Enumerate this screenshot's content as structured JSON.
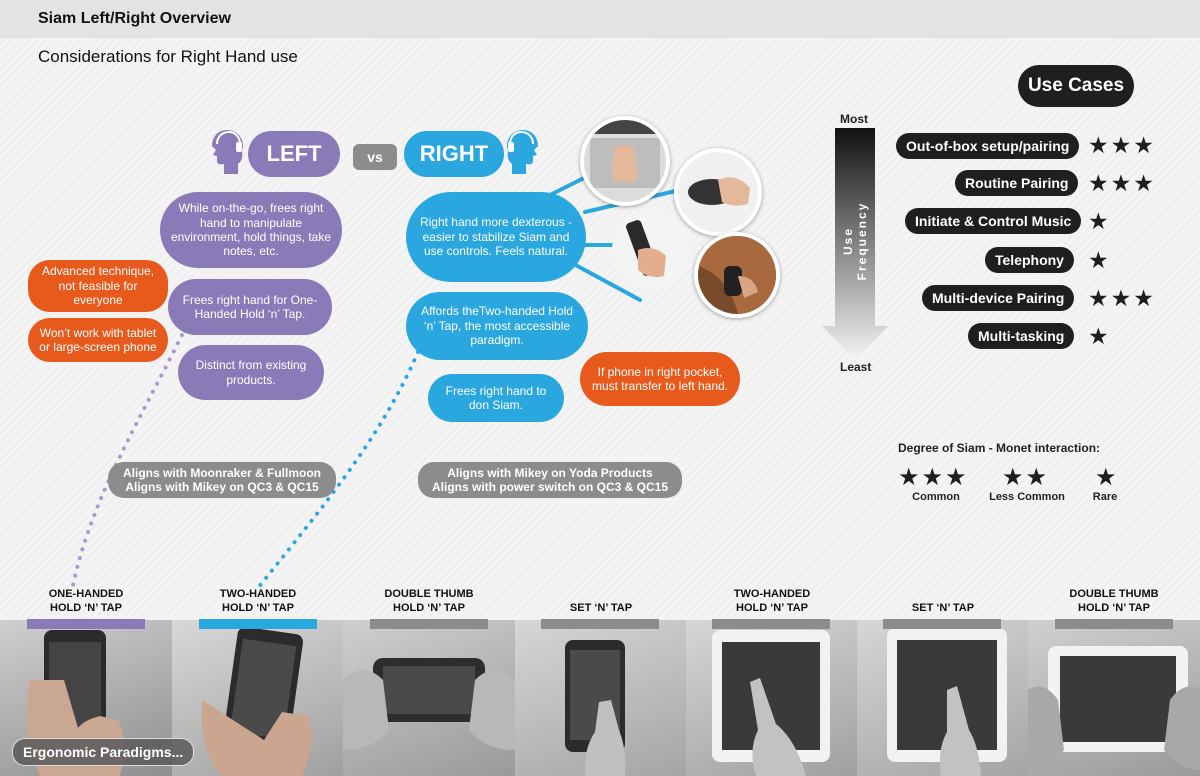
{
  "header": {
    "title": "Siam Left/Right Overview",
    "subtitle": "Considerations for Right Hand use"
  },
  "comparison": {
    "left_label": "LEFT",
    "vs_label": "vs",
    "right_label": "RIGHT"
  },
  "left_points": [
    "While on-the-go, frees right hand to manipulate environment, hold things, take notes, etc.",
    "Frees right hand for One-Handed Hold ‘n’ Tap.",
    "Distinct from existing products."
  ],
  "left_cautions": [
    "Advanced technique, not feasible for everyone",
    "Won’t work with tablet or large-screen phone"
  ],
  "right_points": [
    "Right hand more dexterous - easier to stabilize Siam and use controls. Feels natural.",
    "Affords theTwo-handed Hold ‘n’ Tap, the most accessible paradigm.",
    "Frees right hand to don Siam."
  ],
  "right_caution": "If phone in right pocket, must transfer to left hand.",
  "alignments": {
    "left": [
      "Aligns with Moonraker & Fullmoon",
      "Aligns with Mikey on QC3 & QC15"
    ],
    "right": [
      "Aligns with Mikey on Yoda Products",
      "Aligns with power switch on QC3 & QC15"
    ]
  },
  "use_cases": {
    "title": "Use Cases",
    "axis_top": "Most",
    "axis_label": "Use Frequency",
    "axis_bottom": "Least",
    "items": [
      {
        "label": "Out-of-box setup/pairing",
        "rating": 3
      },
      {
        "label": "Routine Pairing",
        "rating": 3
      },
      {
        "label": "Initiate & Control Music",
        "rating": 1
      },
      {
        "label": "Telephony",
        "rating": 1
      },
      {
        "label": "Multi-device Pairing",
        "rating": 3
      },
      {
        "label": "Multi-tasking",
        "rating": 1
      }
    ]
  },
  "legend": {
    "title": "Degree of Siam - Monet interaction:",
    "common": "Common",
    "less_common": "Less Common",
    "rare": "Rare"
  },
  "paradigms": [
    {
      "line1": "ONE-HANDED",
      "line2": "HOLD ‘N’ TAP",
      "color": "#8a7bb8"
    },
    {
      "line1": "TWO-HANDED",
      "line2": "HOLD ‘N’ TAP",
      "color": "#2ba7e0"
    },
    {
      "line1": "DOUBLE THUMB",
      "line2": "HOLD ‘N’ TAP",
      "color": "#8c8c8c"
    },
    {
      "line1": "",
      "line2": "SET ‘N’ TAP",
      "color": "#8c8c8c"
    },
    {
      "line1": "TWO-HANDED",
      "line2": "HOLD ‘N’ TAP",
      "color": "#8c8c8c"
    },
    {
      "line1": "",
      "line2": "SET ‘N’ TAP",
      "color": "#8c8c8c"
    },
    {
      "line1": "DOUBLE THUMB",
      "line2": "HOLD ‘N’ TAP",
      "color": "#8c8c8c"
    }
  ],
  "caption": "Ergonomic Paradigms...",
  "colors": {
    "left": "#8a7bb8",
    "right": "#2ba7e0",
    "caution": "#e8591c",
    "neutral": "#8c8c8c",
    "dark": "#1f1f1f"
  }
}
